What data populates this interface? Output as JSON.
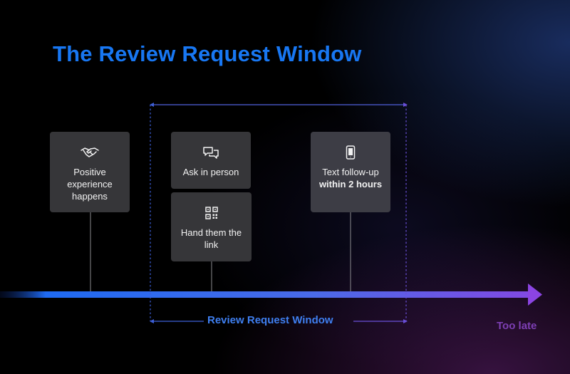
{
  "title": "The Review Request Window",
  "steps": [
    {
      "icon": "handshake-icon",
      "text": "Positive experience happens"
    },
    {
      "icon": "chat-bubbles-icon",
      "text": "Ask in person"
    },
    {
      "icon": "qr-code-icon",
      "text": "Hand them the link"
    },
    {
      "icon": "smartphone-icon",
      "text_plain": "Text follow-up ",
      "text_bold": "within 2 hours"
    }
  ],
  "window_label": "Review Request Window",
  "end_label": "Too late",
  "colors": {
    "title": "#1877f2",
    "timeline_start": "#1e6af2",
    "timeline_end": "#8b44e2",
    "window_border": "#3d5fd8",
    "card_bg": "#363639",
    "too_late": "#7d3fb4"
  }
}
